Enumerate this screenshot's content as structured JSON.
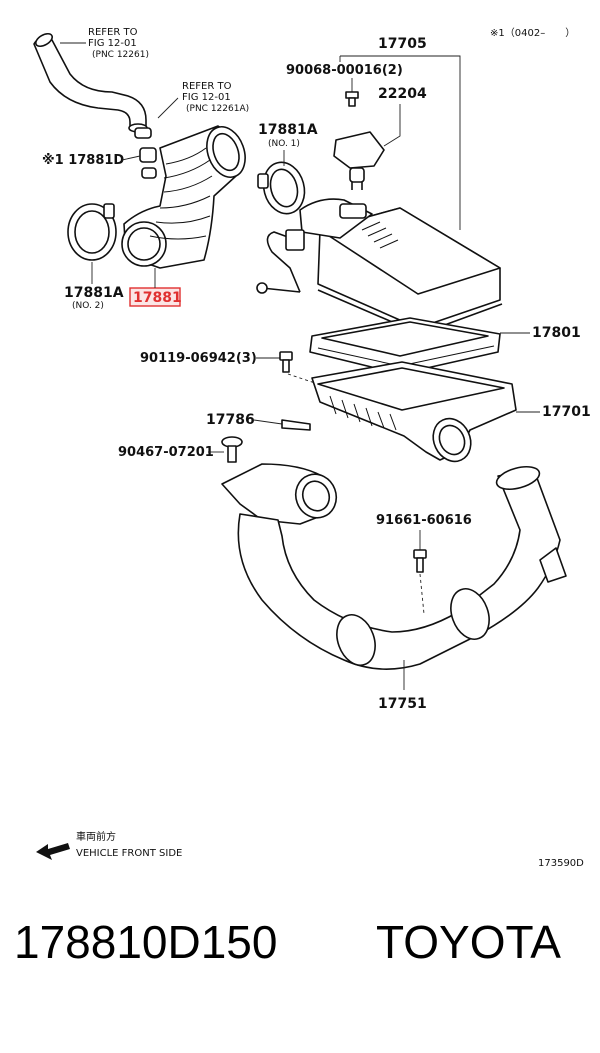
{
  "diagram": {
    "footnote": "※1（0402–　　）",
    "refs": [
      {
        "line1": "REFER TO",
        "line2": "FIG  12-01",
        "line3": "(PNC  12261)"
      },
      {
        "line1": "REFER TO",
        "line2": "FIG  12-01",
        "line3": "(PNC  12261A)"
      }
    ],
    "callouts": {
      "c17705": "17705",
      "c90068": "90068-00016(2)",
      "c22204": "22204",
      "c17881A_1": "17881A",
      "c17881A_1_sub": "(NO. 1)",
      "c17881D": "※1 17881D",
      "c17881A_2": "17881A",
      "c17881A_2_sub": "(NO. 2)",
      "c17881": "17881",
      "c17801": "17801",
      "c90119": "90119-06942(3)",
      "c17786": "17786",
      "c17701": "17701",
      "c90467": "90467-07201",
      "c91661": "91661-60616",
      "c17751": "17751"
    },
    "highlight_color": "#e03030",
    "direction": {
      "jp": "車両前方",
      "en": "VEHICLE FRONT SIDE",
      "icon": "arrow-left-icon"
    },
    "figure_code": "173590D"
  },
  "footer": {
    "part_number": "178810D150",
    "brand": "TOYOTA"
  }
}
